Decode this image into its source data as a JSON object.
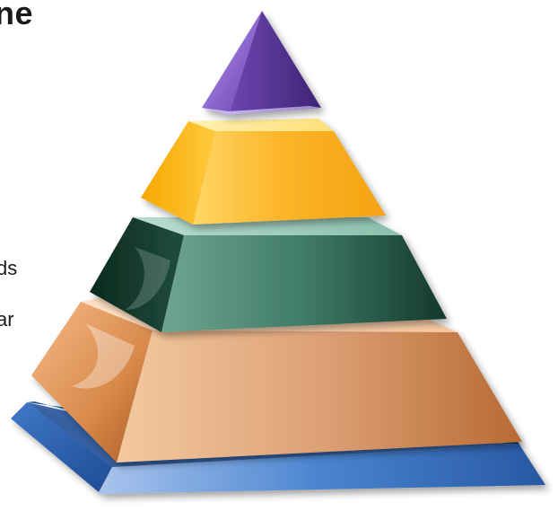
{
  "text_fragments": {
    "title_fragment": "ne",
    "line_1_fragment": "ds",
    "line_2_fragment": "ar"
  },
  "pyramid": {
    "tier_count": 5,
    "tiers": [
      {
        "position": "top",
        "shape": "triangle",
        "color": "#7b4fb5"
      },
      {
        "position": "second",
        "shape": "trapezoid",
        "color": "#f7b320"
      },
      {
        "position": "third",
        "shape": "trapezoid",
        "color": "#2f6e5a"
      },
      {
        "position": "fourth",
        "shape": "trapezoid",
        "color": "#d89566"
      },
      {
        "position": "base",
        "shape": "platform",
        "color": "#2f6cb3"
      }
    ]
  }
}
